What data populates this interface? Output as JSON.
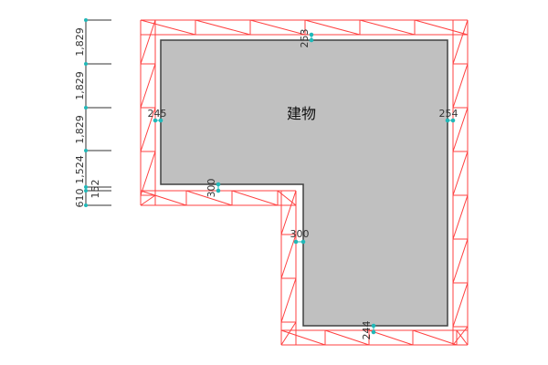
{
  "building": {
    "label": "建物"
  },
  "left_dimensions": [
    "1,829",
    "1,829",
    "1,829",
    "1,524",
    "152",
    "610"
  ],
  "gap_labels": {
    "top": "253",
    "left": "245",
    "right": "254",
    "notch_top": "300",
    "notch_left": "300",
    "bottom": "244"
  },
  "colors": {
    "scaffold": "#ff4040",
    "building_fill": "#c0c0c0",
    "building_edge": "#404040",
    "marker": "#20b8b8"
  }
}
